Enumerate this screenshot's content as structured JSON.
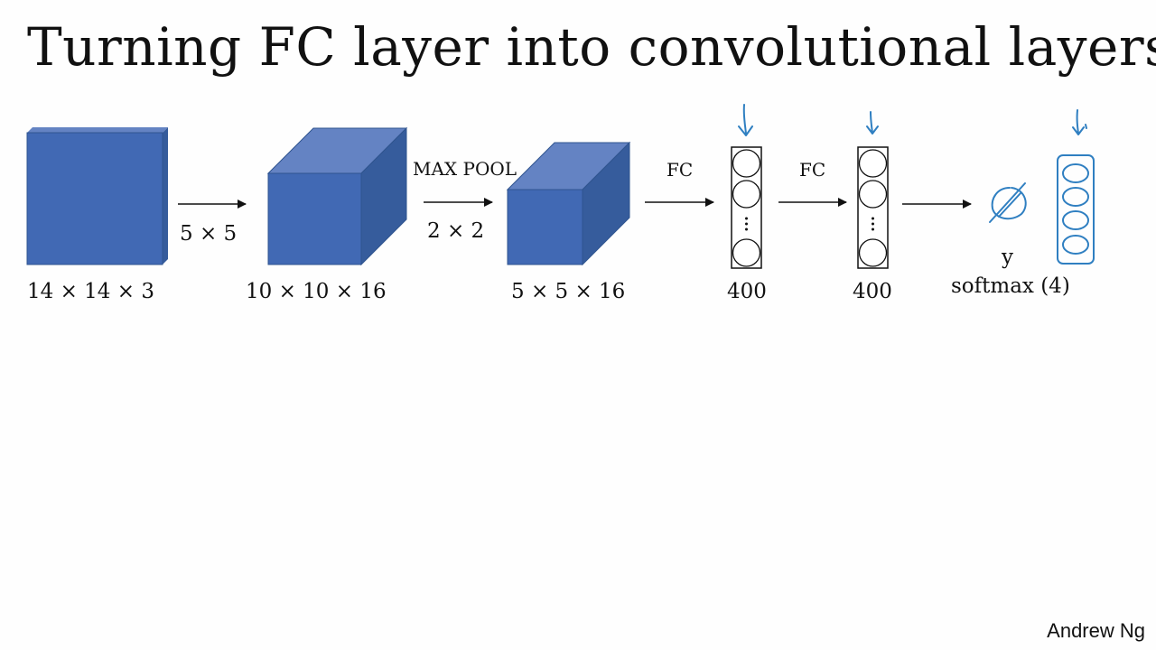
{
  "slide": {
    "title": "Turning FC layer into convolutional layers",
    "author": "Andrew Ng"
  },
  "diagram": {
    "colors": {
      "face": "#4169b4",
      "top": "#6483c3",
      "side": "#365c9c",
      "annotation": "#2f7fc1"
    },
    "volumes": [
      {
        "id": "input",
        "label": "14 × 14 × 3"
      },
      {
        "id": "conv",
        "label": "10 × 10 × 16"
      },
      {
        "id": "pool",
        "label": "5 × 5 × 16"
      }
    ],
    "operations": {
      "conv": {
        "label": "5 × 5"
      },
      "pool": {
        "name": "MAX POOL",
        "size": "2 × 2"
      },
      "fc1": {
        "label": "FC"
      },
      "fc2": {
        "label": "FC"
      }
    },
    "fc_layers": [
      {
        "id": "fc1",
        "label": "400"
      },
      {
        "id": "fc2",
        "label": "400"
      }
    ],
    "output": {
      "symbol": "y",
      "label": "softmax (4)"
    }
  }
}
